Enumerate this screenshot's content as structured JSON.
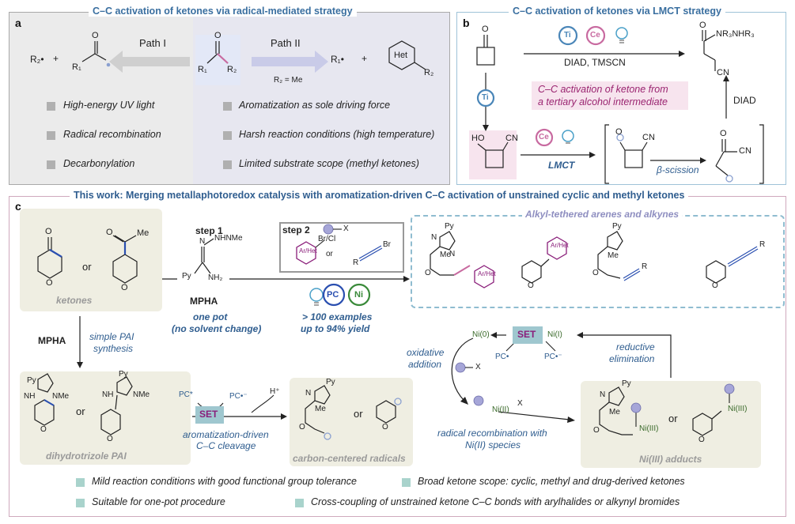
{
  "panel_a": {
    "title": "C–C activation of ketones via radical-mediated strategy",
    "label": "a",
    "path1": "Path I",
    "path2": "Path II",
    "r2_eq_me": "R₂ = Me",
    "r2_radical": "R₂•",
    "r1_radical": "R₁•",
    "r1": "R₁",
    "r2": "R₂",
    "o": "O",
    "plus": "+",
    "het": "Het",
    "bullets_left": [
      "High-energy UV light",
      "Radical recombination",
      "Decarbonylation"
    ],
    "bullets_right": [
      "Aromatization as sole driving force",
      "Harsh reaction conditions (high temperature)",
      "Limited substrate scope (methyl ketones)"
    ]
  },
  "panel_b": {
    "title": "C–C activation of ketones via LMCT strategy",
    "label": "b",
    "ti": "Ti",
    "ce": "Ce",
    "reagents_top": "DIAD, TMSCN",
    "product": "NR₃NHR₃",
    "cn": "CN",
    "ho": "HO",
    "o": "O",
    "highlight_line1": "C–C activation of ketone from",
    "highlight_line2": "a tertiary alcohol intermediate",
    "lmct": "LMCT",
    "beta": "β-scission",
    "diad": "DIAD"
  },
  "panel_c": {
    "title": "This work: Merging metallaphotoredox catalysis with aromatization-driven C–C activation of unstrained cyclic and methyl ketones",
    "label": "c",
    "o": "O",
    "me": "Me",
    "or": "or",
    "ketones": "ketones",
    "step1": "step 1",
    "nhnme": "NHNMe",
    "n": "N",
    "py": "Py",
    "nh2": "NH₂",
    "mpha": "MPHA",
    "one_pot": "one pot",
    "no_solvent": "(no solvent change)",
    "step2": "step 2",
    "x": "X",
    "brcl": "Br/Cl",
    "br": "Br",
    "r": "R",
    "arhet": "Ar/Het",
    "pc": "PC",
    "ni": "Ni",
    "examples": "> 100 examples",
    "yield": "up to 94% yield",
    "products_title": "Alkyl-tethered arenes and alkynes",
    "mpha_side": "MPHA",
    "simple_pai": "simple PAI",
    "synthesis": "synthesis",
    "nh": "NH",
    "nme": "NMe",
    "dihydro": "dihydrotrizole PAI",
    "pc_star": "PC*",
    "pc_rad": "PC•⁻",
    "h_plus": "H⁺",
    "set": "SET",
    "arom1": "aromatization-driven",
    "arom2": "C–C cleavage",
    "radicals": "carbon-centered radicals",
    "ni0": "Ni(0)",
    "ni1": "Ni(I)",
    "pc_dot": "PC•",
    "oxidative1": "oxidative",
    "oxidative2": "addition",
    "reductive1": "reductive",
    "reductive2": "elimination",
    "ni2": "Ni(II)",
    "ni3": "Ni(III)",
    "recomb1": "radical recombination with",
    "recomb2": "Ni(II) species",
    "adducts": "Ni(III) adducts",
    "bullets": [
      "Mild reaction conditions with good functional group tolerance",
      "Broad ketone scope: cyclic, methyl and drug-derived ketones",
      "Suitable for one-pot procedure",
      "Cross-coupling of unstrained ketone C–C bonds with arylhalides or alkynyl bromides"
    ]
  },
  "colors": {
    "title_blue": "#3a6fa0",
    "panel_c_border": "#cfa9bd",
    "panel_b_border": "#9fc3d8",
    "beige": "#efeee2",
    "purple": "#8a1e7a",
    "teal_square": "#a9d3cc",
    "set_box": "#9fc7cf",
    "ti_color": "#4a86b8",
    "ce_color": "#c86aa0"
  }
}
